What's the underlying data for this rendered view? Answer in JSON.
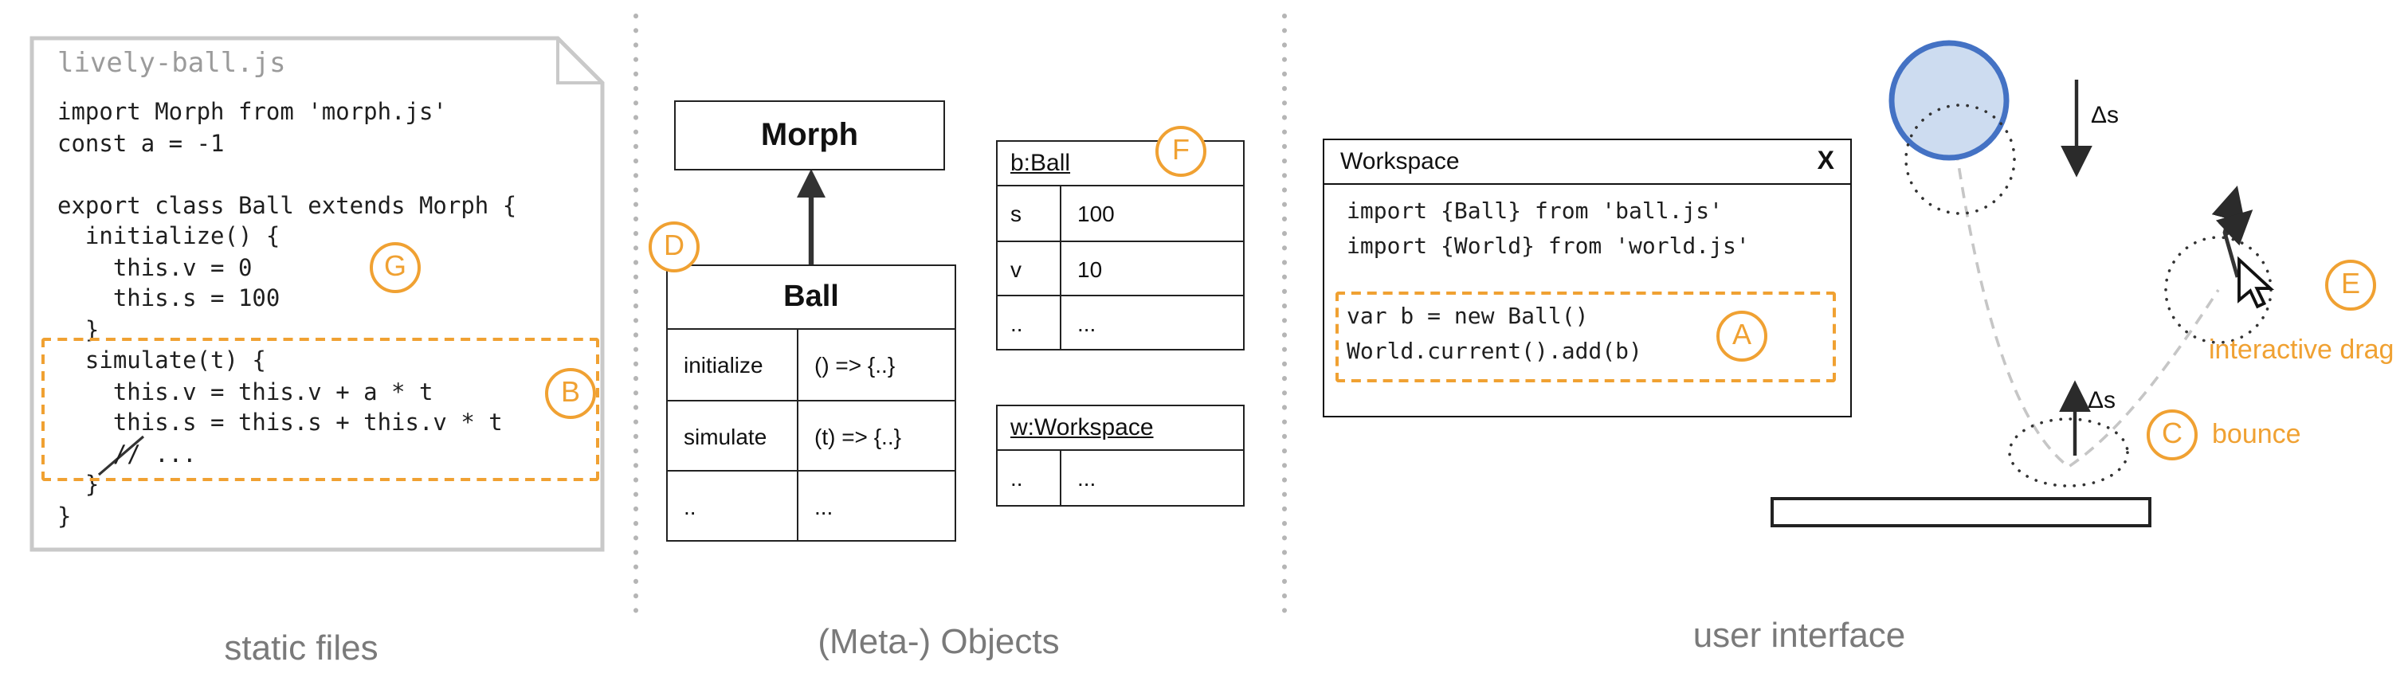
{
  "colors": {
    "accent_orange": "#F0A132",
    "ball_fill": "#CDDCF0",
    "ball_stroke": "#4472C4",
    "caption_gray": "#7A7A7A"
  },
  "captions": {
    "static_files": "static files",
    "meta_objects": "(Meta-) Objects",
    "user_interface": "user interface"
  },
  "static_files": {
    "file_title": "lively-ball.js",
    "code_lines": [
      "import Morph from 'morph.js'",
      "const a = -1",
      "",
      "export class Ball extends Morph {",
      "  initialize() {",
      "    this.v = 0",
      "    this.s = 100",
      "  }",
      "  simulate(t) {",
      "    this.v = this.v + a * t",
      "    this.s = this.s + this.v * t",
      "    // ...",
      "  }",
      "}"
    ],
    "badge_g": "G",
    "badge_b": "B"
  },
  "meta_objects": {
    "morph_label": "Morph",
    "badge_d": "D",
    "badge_f": "F",
    "ball_class": {
      "title": "Ball",
      "rows": [
        {
          "name": "initialize",
          "value": "() => {..}"
        },
        {
          "name": "simulate",
          "value": "(t) => {..}"
        },
        {
          "name": "..",
          "value": "..."
        }
      ]
    },
    "b_ball": {
      "title": "b:Ball",
      "rows": [
        {
          "name": "s",
          "value": "100"
        },
        {
          "name": "v",
          "value": "10"
        },
        {
          "name": "..",
          "value": "..."
        }
      ]
    },
    "w_workspace": {
      "title": "w:Workspace",
      "rows": [
        {
          "name": "..",
          "value": "..."
        }
      ]
    }
  },
  "user_interface": {
    "window": {
      "title": "Workspace",
      "close_label": "X",
      "code_lines": [
        "import {Ball} from 'ball.js'",
        "import {World} from 'world.js'",
        "",
        "var b = new Ball()",
        "World.current().add(b)"
      ]
    },
    "badge_a": "A",
    "badge_c": "C",
    "badge_e": "E",
    "delta_s_top": "Δs",
    "delta_s_bottom": "Δs",
    "bounce_label": "bounce",
    "drag_label": "interactive drag"
  }
}
